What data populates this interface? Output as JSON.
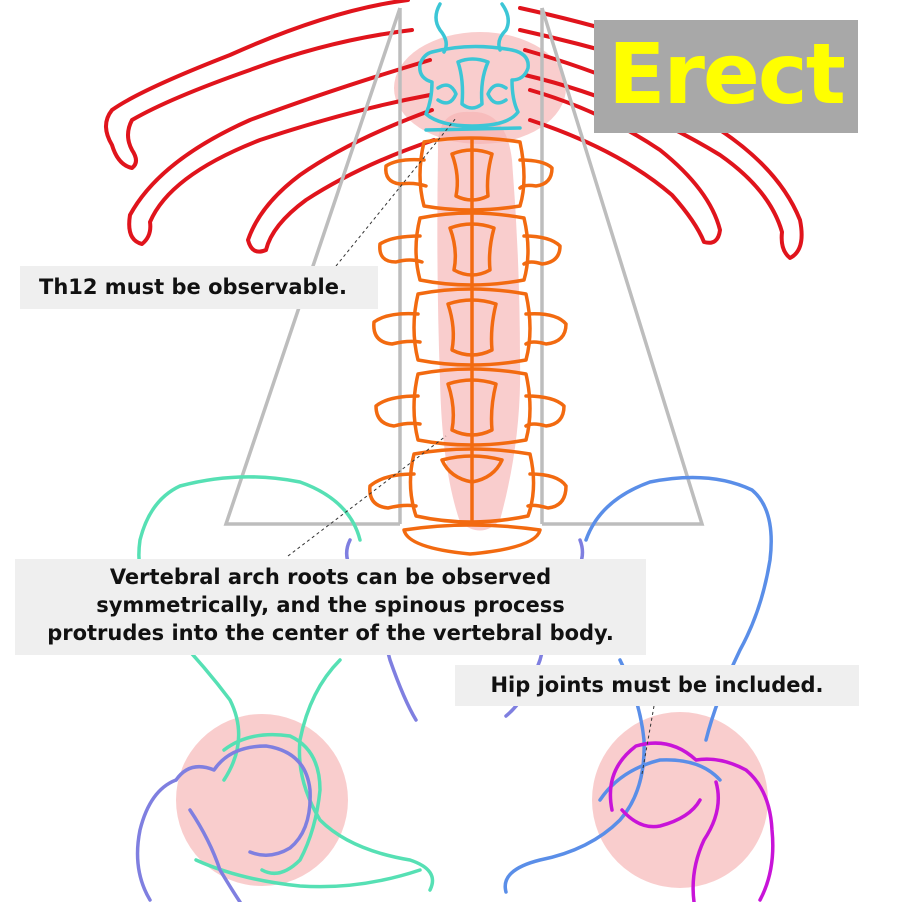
{
  "badge": {
    "text": "Erect",
    "background_color": "#a8a8a8",
    "text_color": "#ffff00"
  },
  "annotations": {
    "th12": "Th12 must be observable.",
    "vertebral_arch": [
      "Vertebral arch roots can be observed",
      "symmetrically, and the spinous process",
      "protrudes into the center of the vertebral body."
    ],
    "hip_joints": "Hip joints must be included."
  },
  "colors": {
    "ribs": "#e0141c",
    "thoracic_vertebra": "#3cc6d6",
    "lumbar_vertebrae": "#f26a10",
    "pelvis_left": "#56e0b4",
    "pelvis_right": "#5a8ee8",
    "femur_left": "#7f7fe0",
    "femur_right": "#c814d8",
    "highlight": "#f6b2b2",
    "guide_lines": "#bdbdbd",
    "leader_lines": "#333333"
  }
}
